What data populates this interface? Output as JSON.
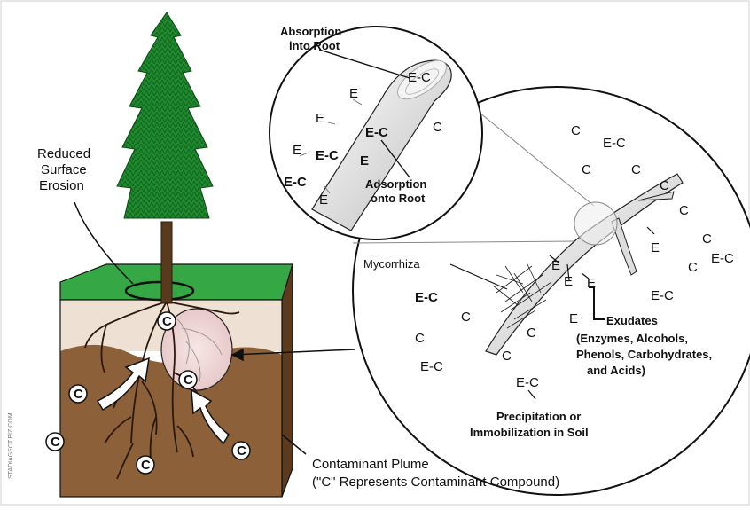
{
  "labels": {
    "absorption": [
      "Absorption",
      "into Root"
    ],
    "adsorption": [
      "Adsorption",
      "onto Root"
    ],
    "erosion": [
      "Reduced",
      "Surface",
      "Erosion"
    ],
    "mycorrhiza": "Mycorrhiza",
    "exudates_title": "Exudates",
    "exudates_detail": [
      "(Enzymes, Alcohols,",
      "Phenols, Carbohydrates,",
      "and Acids)"
    ],
    "precipitation": [
      "Precipitation or",
      "Immobilization in Soil"
    ],
    "plume": [
      "Contaminant Plume",
      "(\"C\" Represents Contaminant Compound)"
    ],
    "credit": "STADIAGECT.BIZ.COM"
  },
  "markers": {
    "contaminant": "C",
    "enzyme": "E",
    "complex": "E-C"
  },
  "colors": {
    "grass": "#2e9e3e",
    "tree": "#1f7a2a",
    "trunk": "#5a3a1c",
    "soil_top": "#efe2d8",
    "soil_deep": "#8a5e34",
    "soil_side": "#6b4424"
  }
}
